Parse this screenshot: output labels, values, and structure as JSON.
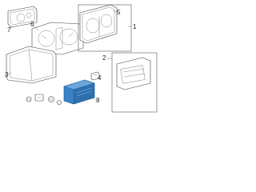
{
  "callouts": {
    "c1": "1",
    "c2": "2",
    "c3": "3",
    "c4": "4",
    "c5": "5",
    "c6": "6",
    "c7": "7",
    "c8": "8"
  },
  "colors": {
    "line": "#444444",
    "highlight": "#3b82c4",
    "highlight_dark": "#1f5f99",
    "background": "#ffffff"
  }
}
